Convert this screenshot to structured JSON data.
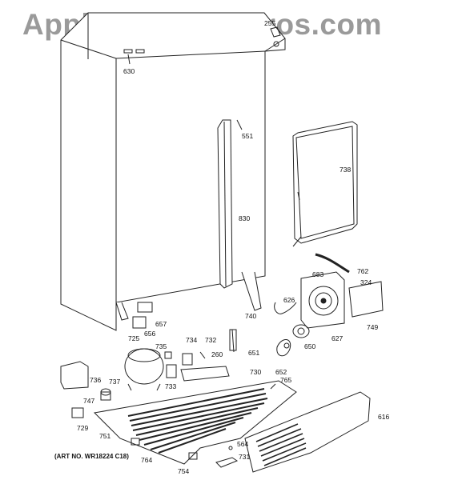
{
  "watermark": "AppliancePartsPros.com",
  "art_number": "(ART NO. WR18224 C18)",
  "parts": {
    "p255": "255",
    "p630": "630",
    "p551": "551",
    "p738": "738",
    "p830": "830",
    "p762": "762",
    "p683": "683",
    "p324": "324",
    "p626": "626",
    "p657": "657",
    "p656": "656",
    "p740": "740",
    "p627": "627",
    "p749": "749",
    "p734": "734",
    "p732": "732",
    "p725": "725",
    "p735": "735",
    "p260": "260",
    "p651": "651",
    "p650": "650",
    "p652": "652",
    "p730": "730",
    "p765": "765",
    "p733": "733",
    "p736": "736",
    "p737": "737",
    "p747": "747",
    "p729": "729",
    "p751": "751",
    "p754": "754",
    "p764": "764",
    "p564": "564",
    "p731": "731",
    "p616": "616"
  }
}
